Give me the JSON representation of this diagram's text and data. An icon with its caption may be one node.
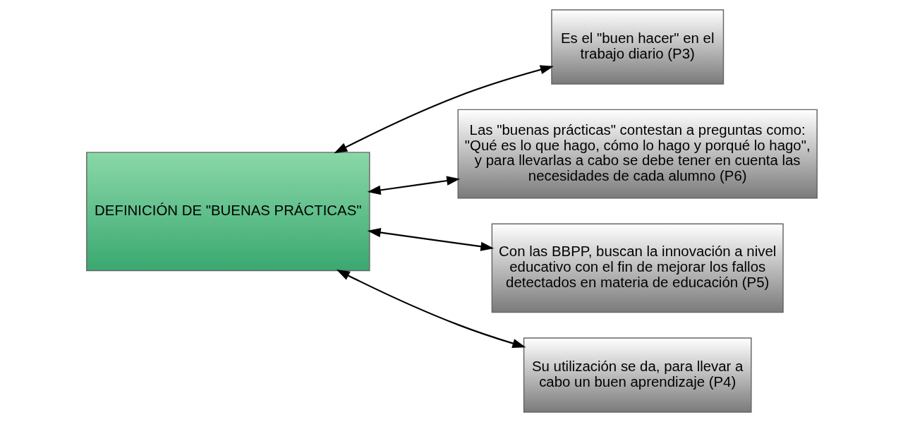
{
  "diagram": {
    "nodes": [
      {
        "text": [
          "DEFINICIÓN DE \"BUENAS PRÁCTICAS\""
        ]
      },
      {
        "text": [
          "Es el \"buen hacer\" en el trabajo diario (P3)"
        ]
      },
      {
        "text": [
          "Las \"buenas prácticas\" contestan a preguntas como: \"Qué es lo que hago, cómo lo hago y porqué lo hago\", y para llevarlas a cabo se debe tener en cuenta las necesidades de cada alumno (P6)"
        ]
      },
      {
        "text": [
          "Con las BBPP, buscan la innovación a nivel educativo con el fin de mejorar los fallos detectados en materia de educación (P5)"
        ]
      },
      {
        "text": [
          "Su utilización se da, para llevar a cabo un buen aprendizaje (P4)"
        ]
      }
    ],
    "edges": [
      {
        "from": 0,
        "to": 1,
        "arrow": "both"
      },
      {
        "from": 0,
        "to": 2,
        "arrow": "both"
      },
      {
        "from": 0,
        "to": 3,
        "arrow": "both"
      },
      {
        "from": 0,
        "to": 4,
        "arrow": "both"
      }
    ]
  }
}
